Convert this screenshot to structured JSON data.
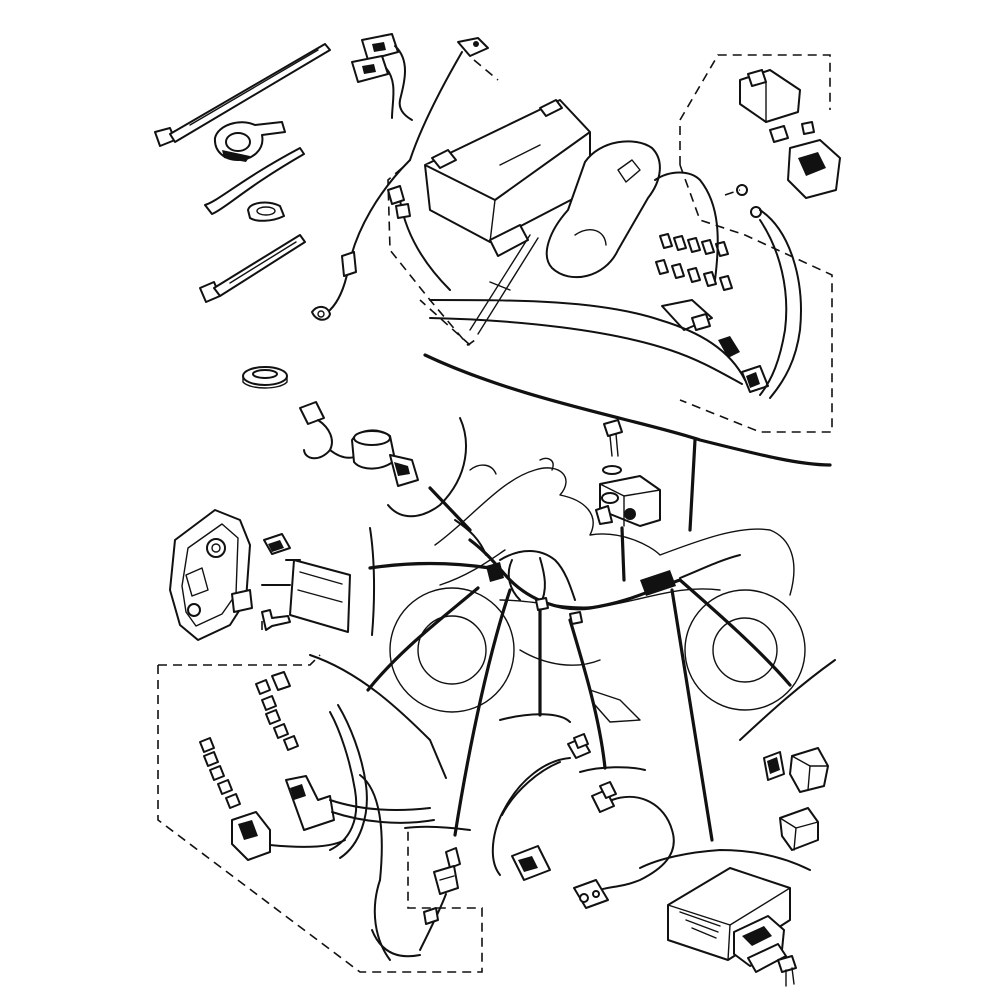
{
  "diagram": {
    "kind": "exploded-parts-view",
    "accent_color": "#111111",
    "background_color": "#ffffff",
    "parts": [
      {
        "id": "cable-ties",
        "icon": "cable-tie-icon"
      },
      {
        "id": "harness-clamps",
        "icon": "clamp-icon"
      },
      {
        "id": "battery-connectors",
        "icon": "connector-icon"
      },
      {
        "id": "battery",
        "icon": "battery-icon"
      },
      {
        "id": "battery-cover",
        "icon": "cover-icon"
      },
      {
        "id": "starter-relay",
        "icon": "relay-icon"
      },
      {
        "id": "fuse-holders",
        "icon": "fuse-icon"
      },
      {
        "id": "ground-lead",
        "icon": "lead-icon"
      },
      {
        "id": "grommet",
        "icon": "grommet-icon"
      },
      {
        "id": "socket-assembly",
        "icon": "socket-icon"
      },
      {
        "id": "bolt-and-washer",
        "icon": "bolt-icon"
      },
      {
        "id": "bracket-sensor",
        "icon": "sensor-icon"
      },
      {
        "id": "ecu-bracket",
        "icon": "bracket-icon"
      },
      {
        "id": "ecu-module",
        "icon": "module-icon"
      },
      {
        "id": "main-wire-harness",
        "icon": "harness-icon"
      },
      {
        "id": "sub-harness-left",
        "icon": "harness-icon"
      },
      {
        "id": "sensor-lead-a",
        "icon": "sensor-icon"
      },
      {
        "id": "sensor-lead-b",
        "icon": "sensor-icon"
      },
      {
        "id": "relay-connectors",
        "icon": "connector-icon"
      },
      {
        "id": "rectifier-regulator",
        "icon": "regulator-icon"
      },
      {
        "id": "motorcycle-silhouette",
        "icon": "motorcycle-icon"
      }
    ]
  }
}
